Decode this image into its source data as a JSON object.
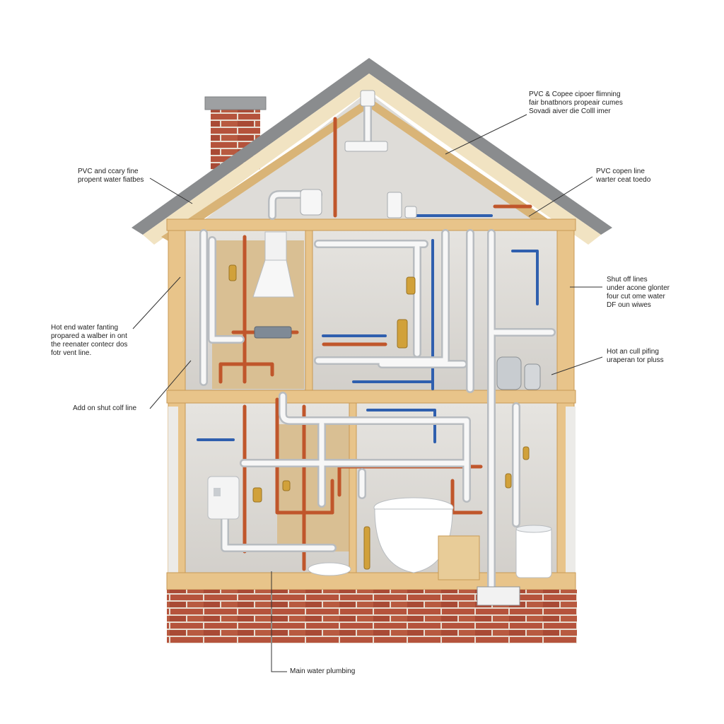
{
  "colors": {
    "background": "#ffffff",
    "roof": "#8a8c8e",
    "wood": "#e8c48a",
    "wood_dark": "#c99a55",
    "wall_interior": "#dcdad6",
    "brick": "#b5533c",
    "mortar": "#e7dcd0",
    "copper": "#c0562b",
    "pvc": "#f2f2f2",
    "pvc_edge": "#b8bcc0",
    "cold": "#2f5fae",
    "brass": "#d1a13a"
  },
  "callouts": [
    {
      "id": "top-right",
      "lines": [
        "PVC & Copee cipoer flimning",
        "fair bnatbnors propeair cumes",
        "Sovadi aiver die Colll imer"
      ]
    },
    {
      "id": "left-upper",
      "lines": [
        "PVC and ccary fine",
        "propent water fiatbes"
      ]
    },
    {
      "id": "right-upper",
      "lines": [
        "PVC copen line",
        "warter ceat toedo"
      ]
    },
    {
      "id": "right-middle",
      "lines": [
        "Shut off lines",
        "under acone glonter",
        "four cut ome water",
        "DF oun wiwes"
      ]
    },
    {
      "id": "left-middle",
      "lines": [
        "Hot end water fanting",
        "propared a walber in ont",
        "the reenater contecr dos",
        "fotr vent line."
      ]
    },
    {
      "id": "right-lower",
      "lines": [
        "Hot an cull pifing",
        "uraperan tor pluss"
      ]
    },
    {
      "id": "left-lower",
      "lines": [
        "Add on shut colf line"
      ]
    },
    {
      "id": "bottom",
      "lines": [
        "Main water plumbing"
      ]
    }
  ]
}
